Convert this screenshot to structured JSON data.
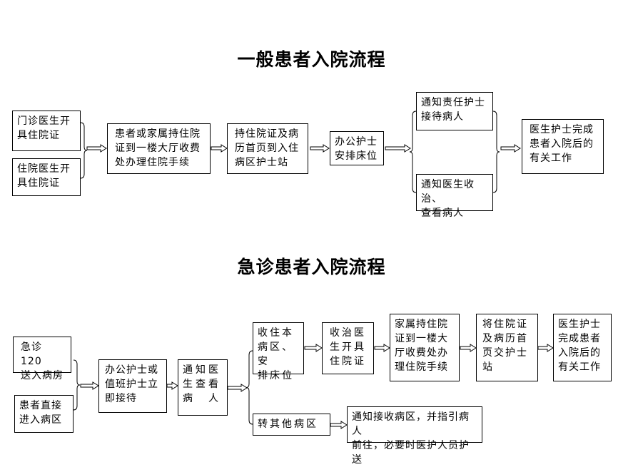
{
  "general": {
    "title": "一般患者入院流程",
    "boxes": [
      "门诊医生开\n具住院证",
      "住院医生开\n具住院证",
      "患者或家属持住院\n证到一楼大厅收费\n处办理住院手续",
      "持住院证及病\n历首页到入住\n病区护士站",
      "办公护士\n安排床位",
      "通知责任护士\n接待病人",
      "通知医生收治、\n查看病人",
      "医生护士完成\n患者入院后的\n有关工作"
    ]
  },
  "emergency": {
    "title": "急诊患者入院流程",
    "boxes": [
      "急诊 120\n送入病房",
      "患者直接\n进入病区",
      "办公护士或\n值班护士立\n即接待",
      "通知医\n生查看\n病　人",
      "收住本\n病区、安\n排床位",
      "收治医\n生开具\n住院证",
      "家属持住院\n证到一楼大\n厅收费处办\n理住院手续",
      "将住院证\n及病历首\n页交护士\n站",
      "医生护士\n完成患者\n入院后的\n有关工作",
      "转其他病区",
      "通知接收病区，并指引病人\n前往，必要时医护人员护送"
    ]
  }
}
